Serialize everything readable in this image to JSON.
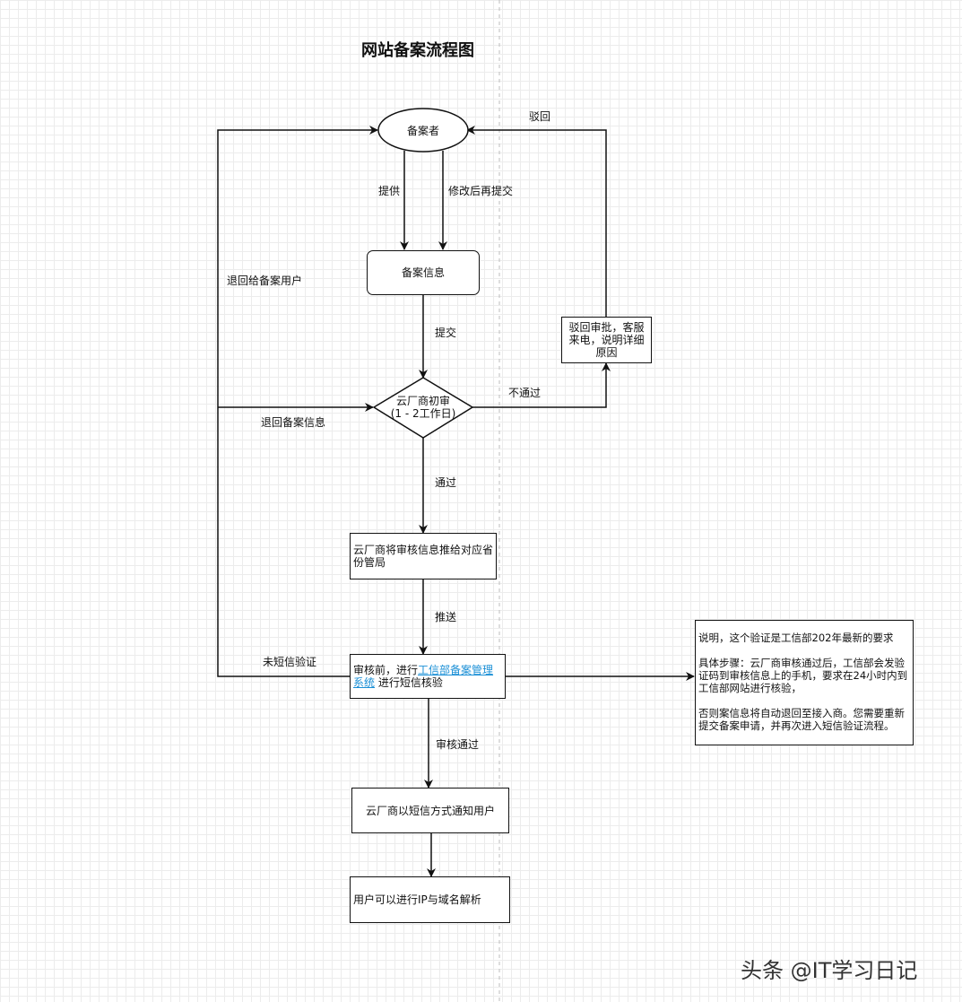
{
  "title": "网站备案流程图",
  "nodes": {
    "filer": "备案者",
    "info": "备案信息",
    "preliminary_review_line1": "云厂商初审",
    "preliminary_review_line2": "(1 - 2工作日)",
    "reject_box": "驳回审批，客服来电，说明详细原因",
    "push_box": "云厂商将审核信息推给对应省份管局",
    "sms_prefix": "审核前，进行",
    "sms_link": "工信部备案管理系统",
    "sms_suffix": " 进行短信核验",
    "notify_box": "云厂商以短信方式通知用户",
    "final_box": "用户可以进行IP与域名解析"
  },
  "edges": {
    "provide": "提供",
    "resubmit": "修改后再提交",
    "submit": "提交",
    "not_pass": "不通过",
    "reject": "驳回",
    "pass": "通过",
    "push": "推送",
    "review_pass": "审核通过",
    "return_user": "退回给备案用户",
    "return_info": "退回备案信息",
    "no_sms": "未短信验证"
  },
  "note": {
    "p1": "说明，这个验证是工信部202年最新的要求",
    "p2": "具体步骤：云厂商审核通过后，工信部会发验证码到审核信息上的手机，要求在24小时内到工信部网站进行核验，",
    "p3": "否则案信息将自动退回至接入商。您需要重新提交备案申请，并再次进入短信验证流程。"
  },
  "watermark": "头条 @IT学习日记",
  "colors": {
    "line": "#111111",
    "link": "#1a8fd6",
    "grid": "#ececec"
  }
}
